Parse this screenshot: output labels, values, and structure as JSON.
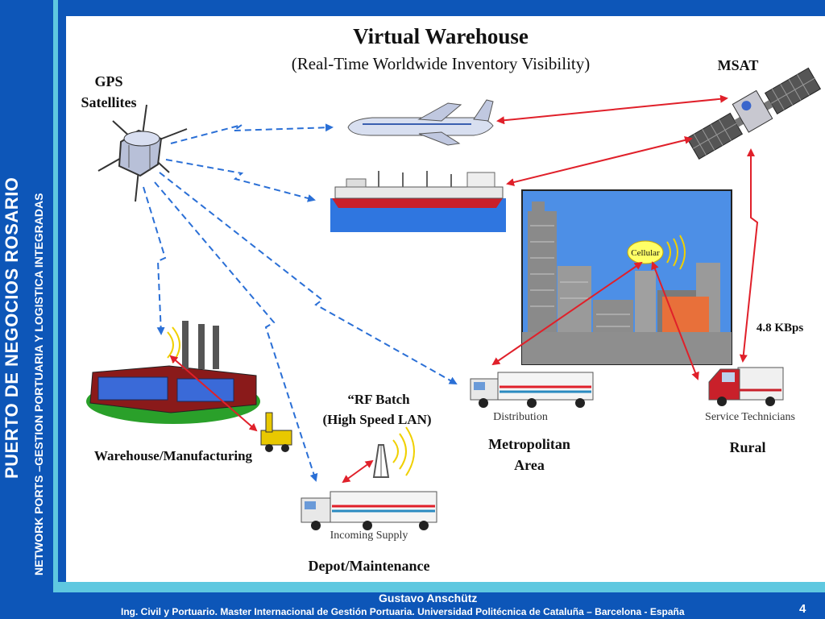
{
  "sidebar": {
    "title": "PUERTO DE NEGOCIOS ROSARIO",
    "subtitle": "NETWORK PORTS –GESTION PORTUARIA Y LOGISTICA INTEGRADAS"
  },
  "diagram": {
    "title": "Virtual Warehouse",
    "subtitle": "(Real-Time Worldwide Inventory Visibility)",
    "labels": {
      "gps_line1": "GPS",
      "gps_line2": "Satellites",
      "msat": "MSAT",
      "cellular": "Cellular",
      "speed": "4.8 KBps",
      "distribution": "Distribution",
      "service_technicians": "Service Technicians",
      "metro_line1": "Metropolitan",
      "metro_line2": "Area",
      "rural": "Rural",
      "rf_line1": "“RF Batch",
      "rf_line2": "(High Speed LAN)",
      "warehouse": "Warehouse/Manufacturing",
      "incoming_supply": "Incoming Supply",
      "depot": "Depot/Maintenance"
    }
  },
  "footer": {
    "presenter": "Gustavo Anschütz",
    "affiliation": "Ing. Civil y Portuario. Master Internacional de Gestión Portuaria. Universidad Politécnica de Cataluña – Barcelona  - España",
    "page_number": "4"
  },
  "colors": {
    "frame_blue": "#0d56b8",
    "accent_cyan": "#5fc8e0",
    "gps_link": "#2a6fd6",
    "msat_link": "#e0202a"
  }
}
